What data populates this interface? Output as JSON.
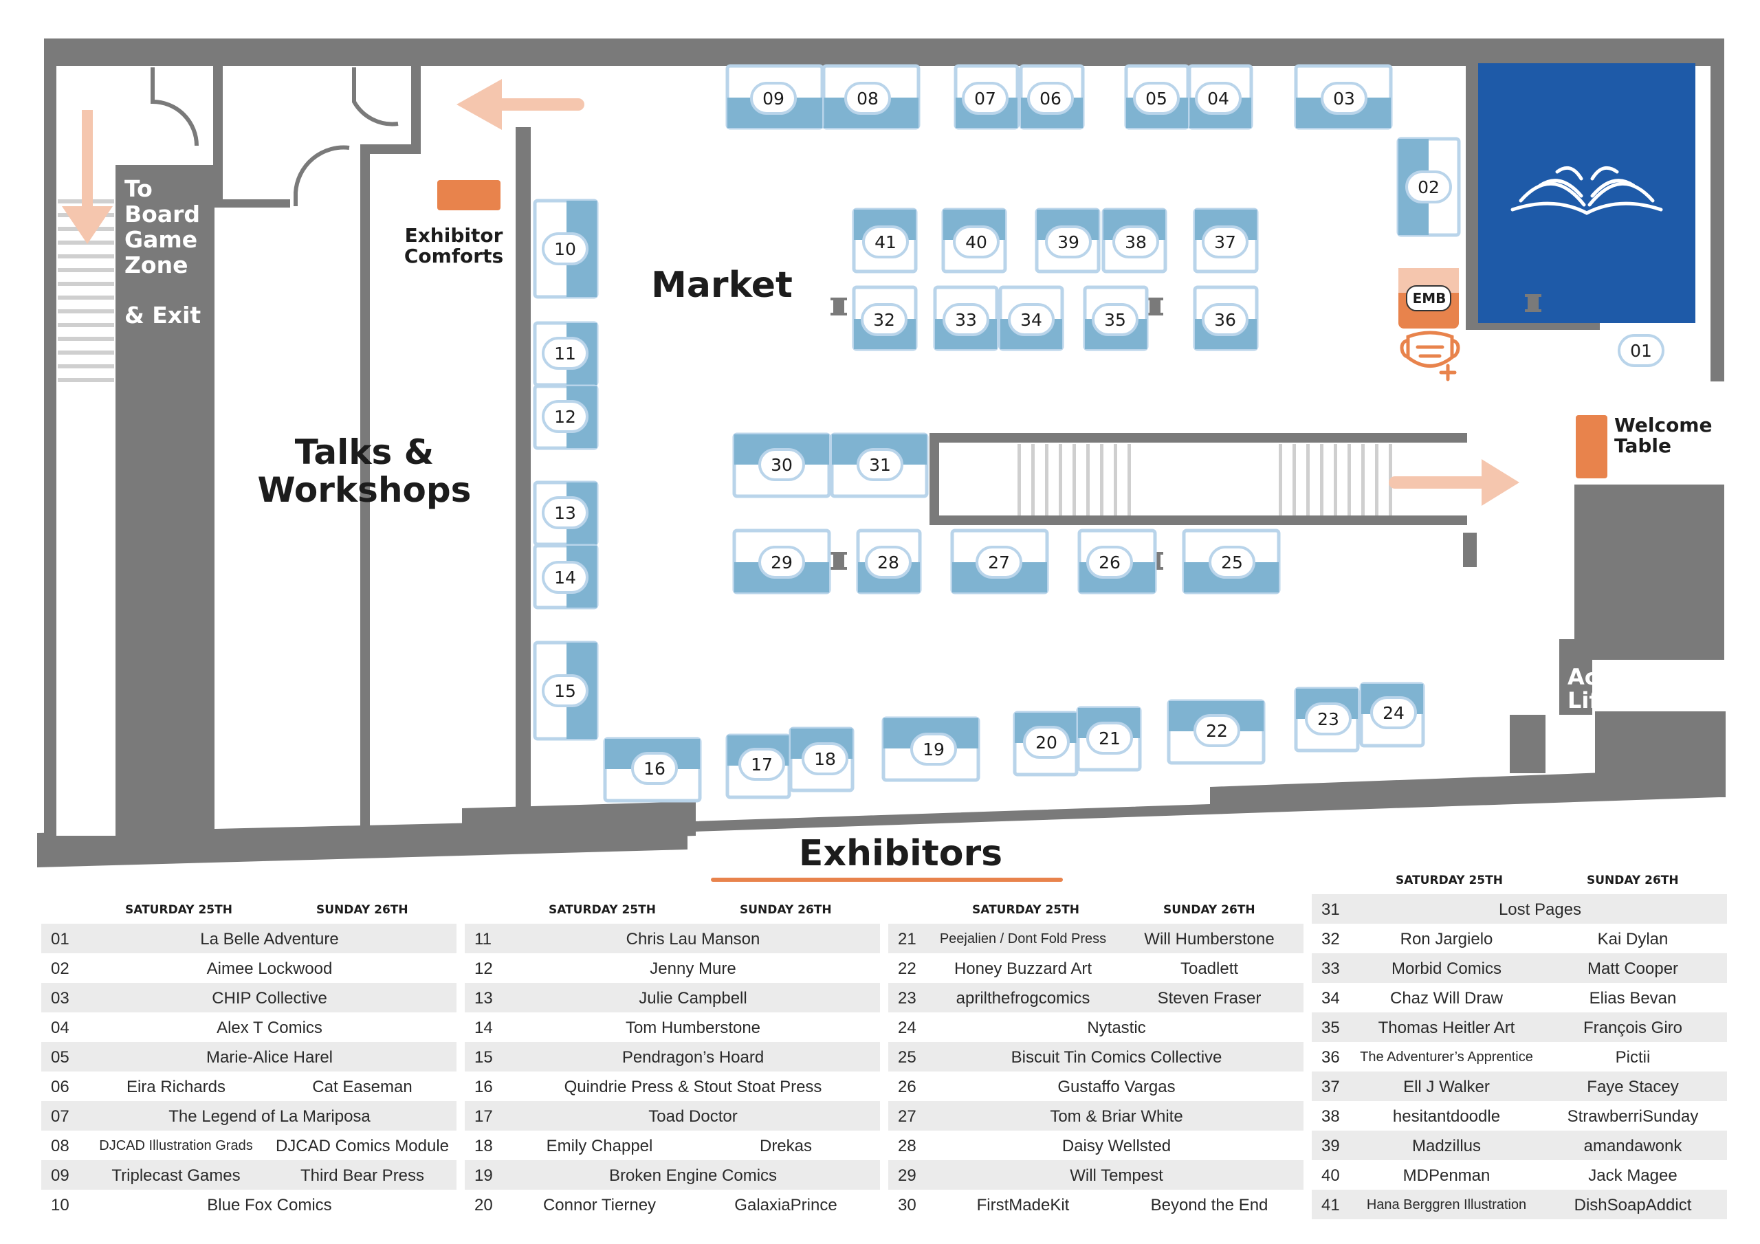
{
  "map": {
    "labels": {
      "board_game": [
        "To",
        "Board",
        "Game",
        "Zone"
      ],
      "exit": "& Exit",
      "talks": [
        "Talks &",
        "Workshops"
      ],
      "exhibitor_comforts": [
        "Exhibitor",
        "Comforts"
      ],
      "market": "Market",
      "welcome": [
        "Welcome",
        "Table"
      ],
      "lift": [
        "Accesible",
        "Lift"
      ],
      "emb": "EMB"
    },
    "icons": [
      "open-book-logo-icon",
      "face-mask-first-aid-icon",
      "stairs-icon",
      "door-swing-icon",
      "direction-arrow-icon"
    ],
    "colors": {
      "wall": "#7a7a7a",
      "table_blue": "#7fb3d1",
      "table_outline": "#b9d4ea",
      "accent_orange": "#e8834c",
      "arrow_peach": "#f5c6ae",
      "book_blue": "#1e5aa8"
    },
    "tables": [
      "01",
      "02",
      "03",
      "04",
      "05",
      "06",
      "07",
      "08",
      "09",
      "10",
      "11",
      "12",
      "13",
      "14",
      "15",
      "16",
      "17",
      "18",
      "19",
      "20",
      "21",
      "22",
      "23",
      "24",
      "25",
      "26",
      "27",
      "28",
      "29",
      "30",
      "31",
      "32",
      "33",
      "34",
      "35",
      "36",
      "37",
      "38",
      "39",
      "40",
      "41"
    ]
  },
  "exhibitors": {
    "title": "Exhibitors",
    "sat_header": "SATURDAY 25TH",
    "sun_header": "SUNDAY 26TH",
    "columns": [
      [
        {
          "no": "01",
          "both": "La Belle Adventure"
        },
        {
          "no": "02",
          "both": "Aimee Lockwood"
        },
        {
          "no": "03",
          "both": "CHIP Collective"
        },
        {
          "no": "04",
          "both": "Alex T Comics"
        },
        {
          "no": "05",
          "both": "Marie-Alice Harel"
        },
        {
          "no": "06",
          "sat": "Eira Richards",
          "sun": "Cat Easeman"
        },
        {
          "no": "07",
          "both": "The Legend of La Mariposa"
        },
        {
          "no": "08",
          "sat": "DJCAD Illustration Grads",
          "sun": "DJCAD Comics Module"
        },
        {
          "no": "09",
          "sat": "Triplecast Games",
          "sun": "Third Bear Press"
        },
        {
          "no": "10",
          "both": "Blue Fox Comics"
        }
      ],
      [
        {
          "no": "11",
          "both": "Chris Lau Manson"
        },
        {
          "no": "12",
          "both": "Jenny Mure"
        },
        {
          "no": "13",
          "both": "Julie Campbell"
        },
        {
          "no": "14",
          "both": "Tom Humberstone"
        },
        {
          "no": "15",
          "both": "Pendragon’s Hoard"
        },
        {
          "no": "16",
          "both": "Quindrie Press & Stout Stoat Press"
        },
        {
          "no": "17",
          "both": "Toad Doctor"
        },
        {
          "no": "18",
          "sat": "Emily Chappel",
          "sun": "Drekas"
        },
        {
          "no": "19",
          "both": "Broken Engine Comics"
        },
        {
          "no": "20",
          "sat": "Connor Tierney",
          "sun": "GalaxiaPrince"
        }
      ],
      [
        {
          "no": "21",
          "sat": "Peejalien / Dont Fold Press",
          "sun": "Will Humberstone"
        },
        {
          "no": "22",
          "sat": "Honey Buzzard Art",
          "sun": "Toadlett"
        },
        {
          "no": "23",
          "sat": "aprilthefrogcomics",
          "sun": "Steven Fraser"
        },
        {
          "no": "24",
          "both": "Nytastic"
        },
        {
          "no": "25",
          "both": "Biscuit Tin Comics Collective"
        },
        {
          "no": "26",
          "both": "Gustaffo Vargas"
        },
        {
          "no": "27",
          "both": "Tom & Briar White"
        },
        {
          "no": "28",
          "both": "Daisy Wellsted"
        },
        {
          "no": "29",
          "both": "Will Tempest"
        },
        {
          "no": "30",
          "sat": "FirstMadeKit",
          "sun": "Beyond the End"
        }
      ],
      [
        {
          "no": "31",
          "both": "Lost Pages"
        },
        {
          "no": "32",
          "sat": "Ron Jargielo",
          "sun": "Kai Dylan"
        },
        {
          "no": "33",
          "sat": "Morbid Comics",
          "sun": "Matt Cooper"
        },
        {
          "no": "34",
          "sat": "Chaz Will Draw",
          "sun": "Elias Bevan"
        },
        {
          "no": "35",
          "sat": "Thomas Heitler Art",
          "sun": "François Giro"
        },
        {
          "no": "36",
          "sat": "The Adventurer’s Apprentice",
          "sun": "Pictii"
        },
        {
          "no": "37",
          "sat": "Ell J Walker",
          "sun": "Faye Stacey"
        },
        {
          "no": "38",
          "sat": "hesitantdoodle",
          "sun": "StrawberriSunday"
        },
        {
          "no": "39",
          "sat": "Madzillus",
          "sun": "amandawonk"
        },
        {
          "no": "40",
          "sat": "MDPenman",
          "sun": "Jack Magee"
        },
        {
          "no": "41",
          "sat": "Hana Berggren Illustration",
          "sun": "DishSoapAddict"
        }
      ]
    ]
  }
}
